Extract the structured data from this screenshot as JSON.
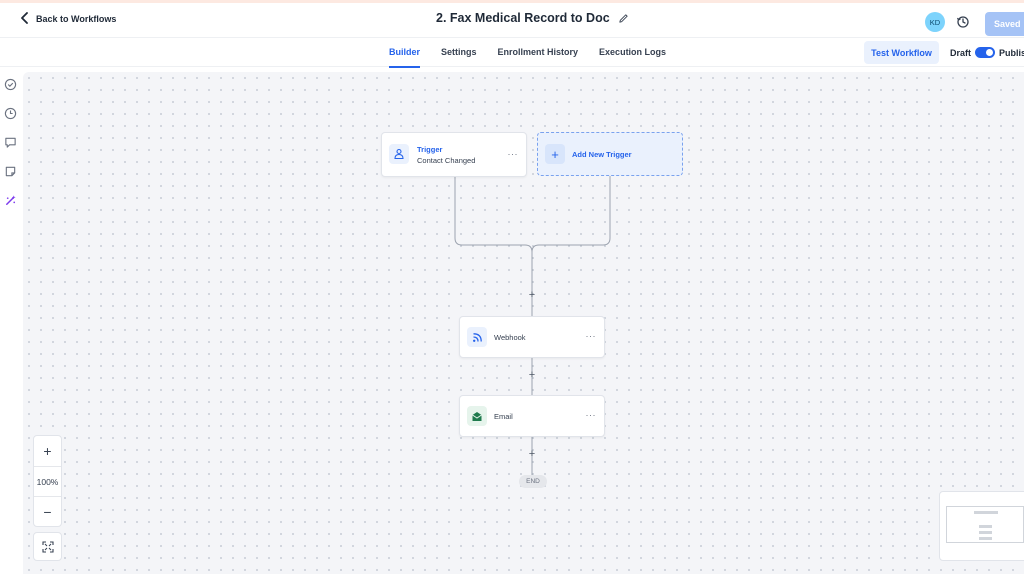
{
  "header": {
    "back_label": "Back to Workflows",
    "title": "2. Fax Medical Record to Doc",
    "avatar_initials": "KD",
    "saved_label": "Saved"
  },
  "subnav": {
    "tabs": [
      {
        "label": "Builder",
        "active": true
      },
      {
        "label": "Settings",
        "active": false
      },
      {
        "label": "Enrollment History",
        "active": false
      },
      {
        "label": "Execution Logs",
        "active": false
      }
    ],
    "test_workflow_label": "Test Workflow",
    "draft_label": "Draft",
    "publish_label": "Publish",
    "publish_toggle_on": true
  },
  "left_toolbar": {
    "icons": [
      "check-circle-icon",
      "clock-icon",
      "comment-icon",
      "note-icon",
      "sparkle-icon"
    ]
  },
  "canvas": {
    "trigger": {
      "type_label": "Trigger",
      "name": "Contact Changed"
    },
    "add_trigger_label": "Add New Trigger",
    "actions": [
      {
        "label": "Webhook",
        "icon": "webhook-icon"
      },
      {
        "label": "Email",
        "icon": "email-icon"
      }
    ],
    "plus": "+",
    "more": "···",
    "end_label": "END"
  },
  "zoom": {
    "in": "+",
    "level": "100%",
    "out": "−"
  },
  "colors": {
    "accent": "#2563eb",
    "canvas_bg": "#f4f5f8",
    "saved_btn": "#a5c3f6",
    "email_icon": "#1f7a4d"
  }
}
